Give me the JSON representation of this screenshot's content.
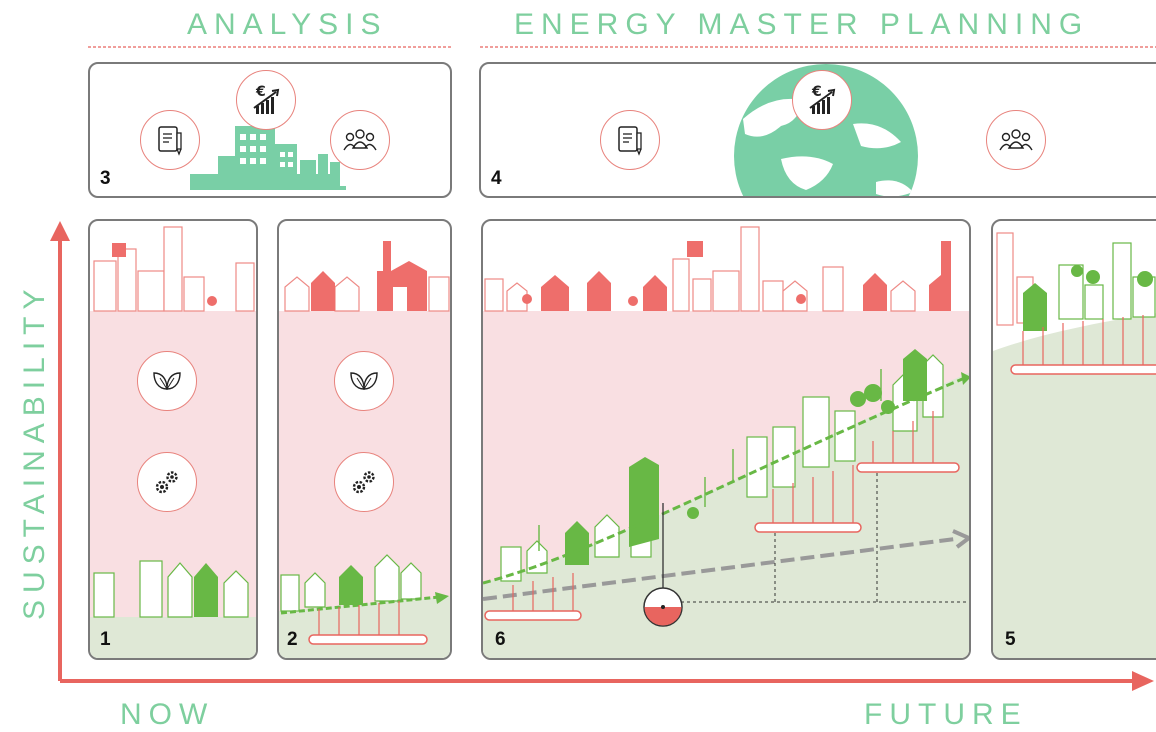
{
  "headings": {
    "analysis": "ANALYSIS",
    "energy_master_planning": "ENERGY MASTER PLANNING"
  },
  "axes": {
    "y_label": "SUSTAINABILITY",
    "x_start_label": "NOW",
    "x_end_label": "FUTURE"
  },
  "panels": {
    "p1": "1",
    "p2": "2",
    "p3": "3",
    "p4": "4",
    "p5": "5",
    "p6": "6"
  },
  "icons": {
    "finance": "euro-growth-chart-icon",
    "document": "document-pen-icon",
    "people": "people-group-icon",
    "ecology": "leaves-icon",
    "technology": "gears-icon"
  },
  "colors": {
    "heading_green": "#7ecf9e",
    "axis_red": "#e8655f",
    "present_pink": "#f9dfe2",
    "future_green": "#dfe8d6",
    "building_red": "#ee6e6b",
    "building_green": "#68b845",
    "globe_green": "#79cfa6"
  }
}
